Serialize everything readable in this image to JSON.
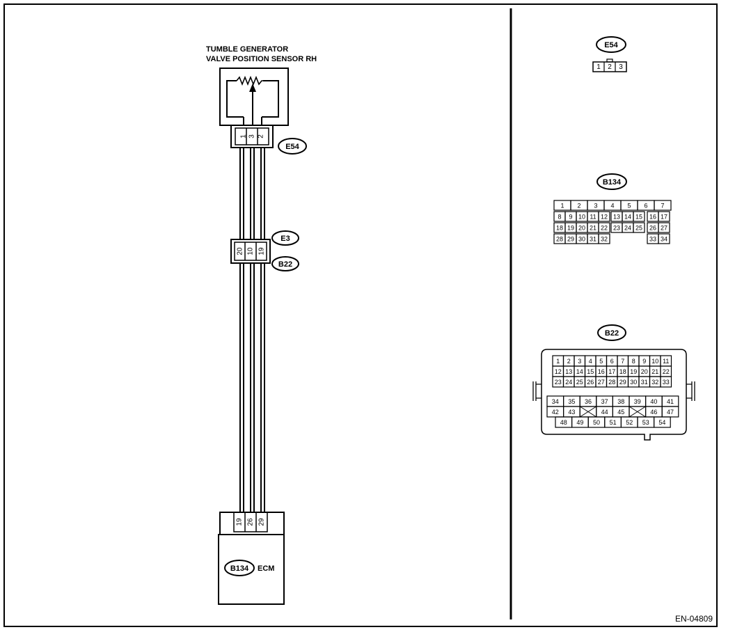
{
  "sensor": {
    "title_line1": "TUMBLE GENERATOR",
    "title_line2": "VALVE POSITION SENSOR RH",
    "connector": "E54",
    "pins": [
      "1",
      "3",
      "2"
    ]
  },
  "joint_connector": {
    "upper_label": "E3",
    "lower_label": "B22",
    "pins": [
      "20",
      "10",
      "19"
    ]
  },
  "ecm": {
    "connector": "B134",
    "label": "ECM",
    "pins": [
      "19",
      "26",
      "29"
    ]
  },
  "views": {
    "e54": {
      "label": "E54",
      "pins": [
        "1",
        "2",
        "3"
      ]
    },
    "b134": {
      "label": "B134",
      "rows": [
        [
          "1",
          "2",
          "3",
          "4",
          "5",
          "6",
          "7"
        ],
        [
          "8",
          "9",
          "10",
          "11",
          "12",
          "13",
          "14",
          "15",
          "16",
          "17"
        ],
        [
          "18",
          "19",
          "20",
          "21",
          "22",
          "23",
          "24",
          "25",
          "26",
          "27"
        ],
        [
          "28",
          "29",
          "30",
          "31",
          "32",
          "33",
          "34"
        ]
      ]
    },
    "b22": {
      "label": "B22",
      "rows": [
        [
          "1",
          "2",
          "3",
          "4",
          "5",
          "6",
          "7",
          "8",
          "9",
          "10",
          "11"
        ],
        [
          "12",
          "13",
          "14",
          "15",
          "16",
          "17",
          "18",
          "19",
          "20",
          "21",
          "22"
        ],
        [
          "23",
          "24",
          "25",
          "26",
          "27",
          "28",
          "29",
          "30",
          "31",
          "32",
          "33"
        ],
        [
          "34",
          "35",
          "36",
          "37",
          "38",
          "39",
          "40",
          "41"
        ],
        [
          "42",
          "43",
          "44",
          "45",
          "46",
          "47"
        ],
        [
          "48",
          "49",
          "50",
          "51",
          "52",
          "53",
          "54"
        ]
      ]
    }
  },
  "figure_id": "EN-04809"
}
